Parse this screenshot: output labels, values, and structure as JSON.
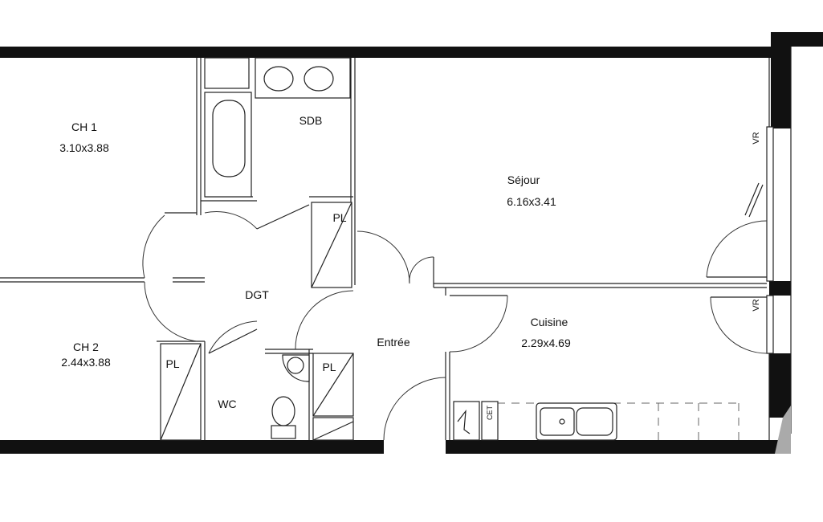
{
  "plan": {
    "rooms": [
      {
        "name": "CH 1",
        "size": "3.10x3.88"
      },
      {
        "name": "SDB"
      },
      {
        "name": "Séjour",
        "size": "6.16x3.41"
      },
      {
        "name": "DGT"
      },
      {
        "name": "CH 2",
        "size": "2.44x3.88"
      },
      {
        "name": "WC"
      },
      {
        "name": "Entrée"
      },
      {
        "name": "Cuisine",
        "size": "2.29x4.69"
      }
    ],
    "closets": [
      "PL",
      "PL",
      "PL"
    ],
    "shutters": [
      "VR",
      "VR"
    ],
    "appliance": "CET",
    "colors": {
      "wall": "#111111",
      "background": "#ffffff"
    }
  }
}
